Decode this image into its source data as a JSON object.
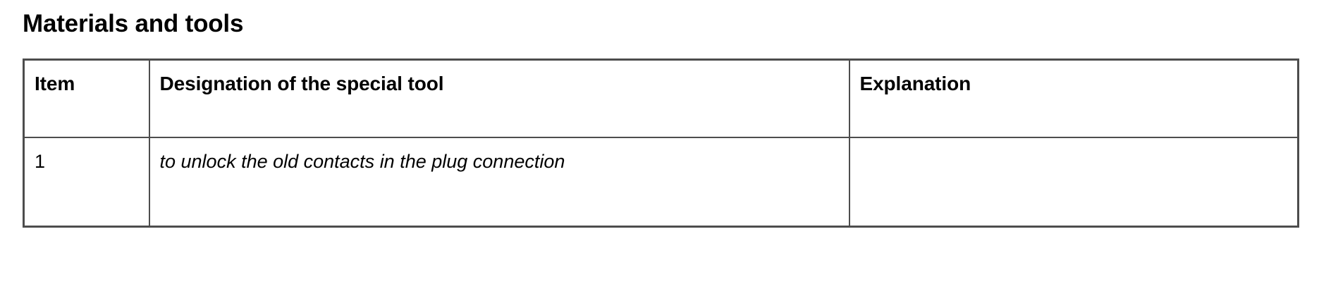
{
  "document": {
    "section_title": "Materials and tools"
  },
  "table": {
    "name": "materials-and-tools-table",
    "columns": [
      {
        "key": "item",
        "header": "Item"
      },
      {
        "key": "designation",
        "header": "Designation of the special tool"
      },
      {
        "key": "explanation",
        "header": "Explanation"
      }
    ],
    "rows": [
      {
        "item": "1",
        "designation": "to unlock the old contacts in the plug connection",
        "explanation": ""
      }
    ]
  },
  "style": {
    "border_color": "#4d4d4d",
    "text_color": "#000000",
    "background": "#ffffff"
  }
}
